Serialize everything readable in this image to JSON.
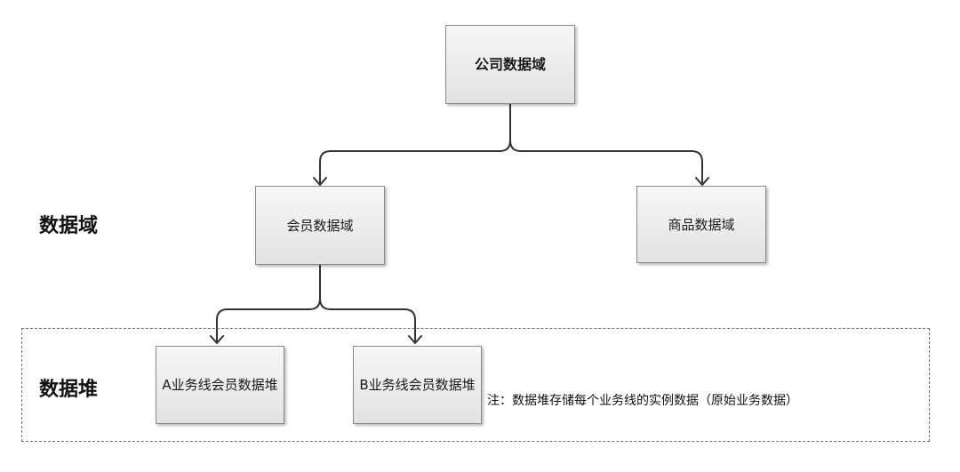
{
  "nodes": {
    "root": "公司数据域",
    "member": "会员数据域",
    "product": "商品数据域",
    "heap_a": "A业务线会员数据堆",
    "heap_b": "B业务线会员数据堆"
  },
  "labels": {
    "domain": "数据域",
    "heap": "数据堆"
  },
  "note": "注：数据堆存储每个业务线的实例数据（原始业务数据）"
}
